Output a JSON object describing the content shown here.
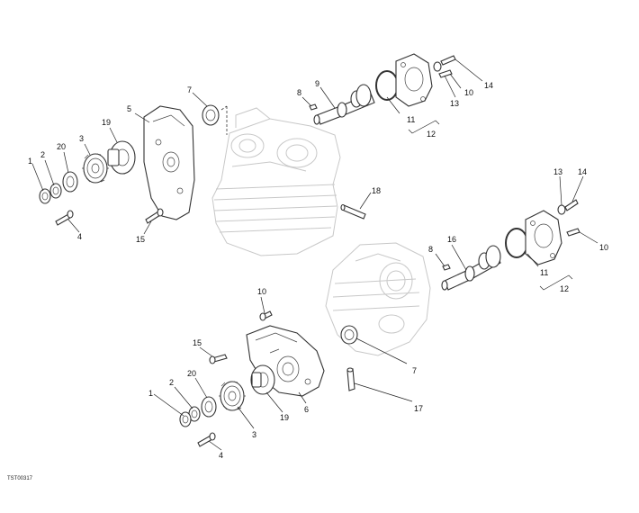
{
  "reference_code": "TST00317",
  "callouts": [
    {
      "id": "c1a",
      "label": "1"
    },
    {
      "id": "c2a",
      "label": "2"
    },
    {
      "id": "c20a",
      "label": "20"
    },
    {
      "id": "c3a",
      "label": "3"
    },
    {
      "id": "c19a",
      "label": "19"
    },
    {
      "id": "c5",
      "label": "5"
    },
    {
      "id": "c7a",
      "label": "7"
    },
    {
      "id": "c4a",
      "label": "4"
    },
    {
      "id": "c15a",
      "label": "15"
    },
    {
      "id": "c8a",
      "label": "8"
    },
    {
      "id": "c9",
      "label": "9"
    },
    {
      "id": "c11a",
      "label": "11"
    },
    {
      "id": "c12a",
      "label": "12"
    },
    {
      "id": "c13a",
      "label": "13"
    },
    {
      "id": "c10a",
      "label": "10"
    },
    {
      "id": "c14a",
      "label": "14"
    },
    {
      "id": "c18",
      "label": "18"
    },
    {
      "id": "c13b",
      "label": "13"
    },
    {
      "id": "c14b",
      "label": "14"
    },
    {
      "id": "c10b",
      "label": "10"
    },
    {
      "id": "c8b",
      "label": "8"
    },
    {
      "id": "c16",
      "label": "16"
    },
    {
      "id": "c11b",
      "label": "11"
    },
    {
      "id": "c12b",
      "label": "12"
    },
    {
      "id": "c10c",
      "label": "10"
    },
    {
      "id": "c15b",
      "label": "15"
    },
    {
      "id": "c7b",
      "label": "7"
    },
    {
      "id": "c1b",
      "label": "1"
    },
    {
      "id": "c2b",
      "label": "2"
    },
    {
      "id": "c20b",
      "label": "20"
    },
    {
      "id": "c3b",
      "label": "3"
    },
    {
      "id": "c19b",
      "label": "19"
    },
    {
      "id": "c6",
      "label": "6"
    },
    {
      "id": "c4b",
      "label": "4"
    },
    {
      "id": "c17",
      "label": "17"
    }
  ]
}
